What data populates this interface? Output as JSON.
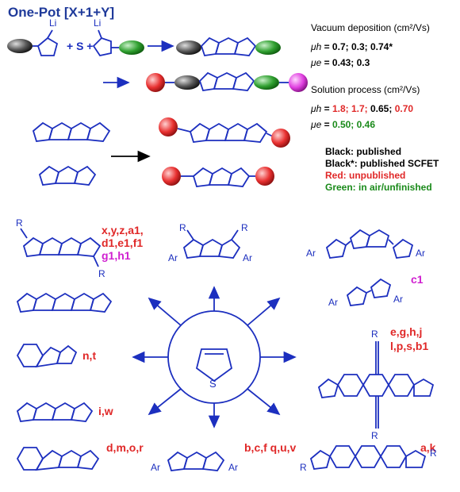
{
  "title": "One-Pot [X+1+Y]",
  "reaction": {
    "li_label_1": "Li",
    "li_label_2": "Li",
    "plus_s": "+ S +",
    "s_label": "S"
  },
  "vacuum": {
    "heading": "Vacuum deposition (cm²/Vs)",
    "mu_h_label": "μh",
    "mu_h_values": "= 0.7; 0.3; 0.74*",
    "mu_e_label": "μe",
    "mu_e_values": "= 0.43; 0.3"
  },
  "solution": {
    "heading": "Solution process (cm²/Vs)",
    "mu_h_label": "μh",
    "mu_h_eq": "=",
    "mu_h_red1": "1.8; 1.7;",
    "mu_h_black": "0.65;",
    "mu_h_red2": "0.70",
    "mu_e_label": "μe",
    "mu_e_eq": "=",
    "mu_e_green": "0.50; 0.46"
  },
  "legend": {
    "black": "Black: published",
    "black_star": "Black*: published SCFET",
    "red": "Red: unpublished",
    "green": "Green: in air/unfinished"
  },
  "compound_labels": {
    "top_left_red": "x,y,z,a1,",
    "top_left_red2": "d1,e1,f1",
    "top_left_mag": "g1,h1",
    "top_right_mag": "c1",
    "nt": "n,t",
    "iw": "i,w",
    "dmor": "d,m,o,r",
    "bcf": "b,c,f q,u,v",
    "ak": "a,k",
    "eghj": "e,g,h,j",
    "lpsb1": "l,p,s,b1"
  },
  "substituents": {
    "R": "R",
    "Ar": "Ar",
    "S": "S"
  },
  "colors": {
    "blue": "#1c2fbf",
    "title_blue": "#1f3a9a",
    "red": "#e02828",
    "magenta": "#d020d0",
    "green": "#1a8a1a",
    "sphere_red": "#e83030",
    "sphere_magenta": "#e040e0",
    "sphere_green": "#30a030",
    "sphere_gray": "#555555"
  }
}
